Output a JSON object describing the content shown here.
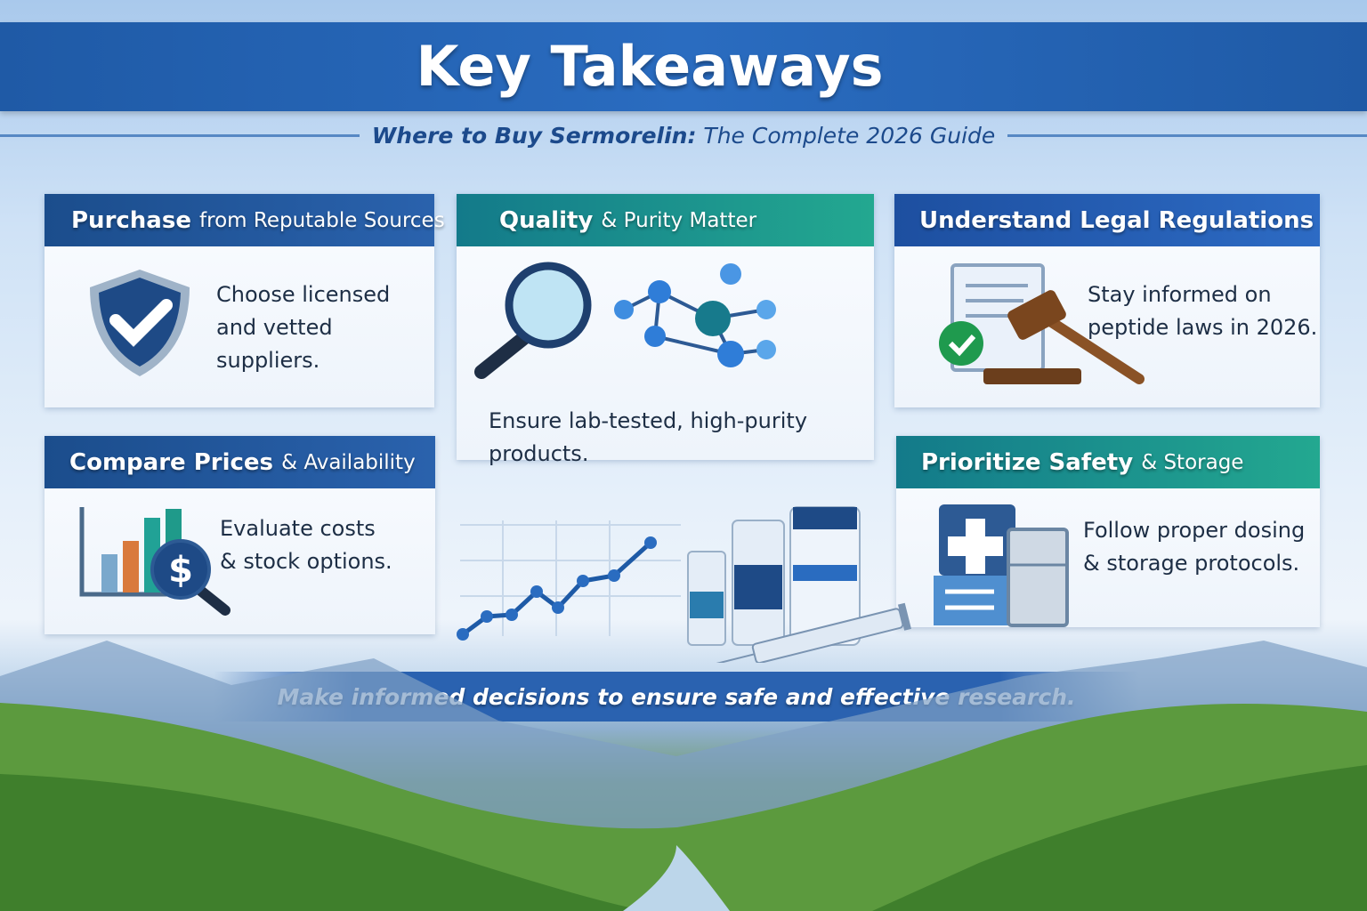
{
  "header": {
    "title": "Key Takeaways",
    "subtitle_bold": "Where to Buy Sermorelin:",
    "subtitle_rest": "The Complete 2026 Guide"
  },
  "cards": [
    {
      "title_bold": "Purchase",
      "title_rest": "from Reputable Sources",
      "line1": "Choose licensed",
      "line2": "and vetted suppliers.",
      "icon": "shield-check-icon"
    },
    {
      "title_bold": "Quality",
      "title_rest": "& Purity Matter",
      "line1": "Ensure lab-tested, high-purity products.",
      "icon": "magnifier-molecule-icon"
    },
    {
      "title_bold": "Understand Legal Regulations",
      "title_rest": "",
      "line1": "Stay informed on",
      "line2": "peptide laws in 2026.",
      "icon": "gavel-document-icon"
    },
    {
      "title_bold": "Compare Prices",
      "title_rest": "& Availability",
      "line1": "Evaluate costs",
      "line2": "& stock options.",
      "icon": "bar-chart-dollar-icon"
    },
    {
      "title_bold": "Prioritize Safety",
      "title_rest": "& Storage",
      "line1": "Follow proper dosing",
      "line2": "& storage protocols.",
      "icon": "medical-fridge-icon"
    }
  ],
  "footer": {
    "message": "Make informed decisions to ensure safe and effective research."
  }
}
